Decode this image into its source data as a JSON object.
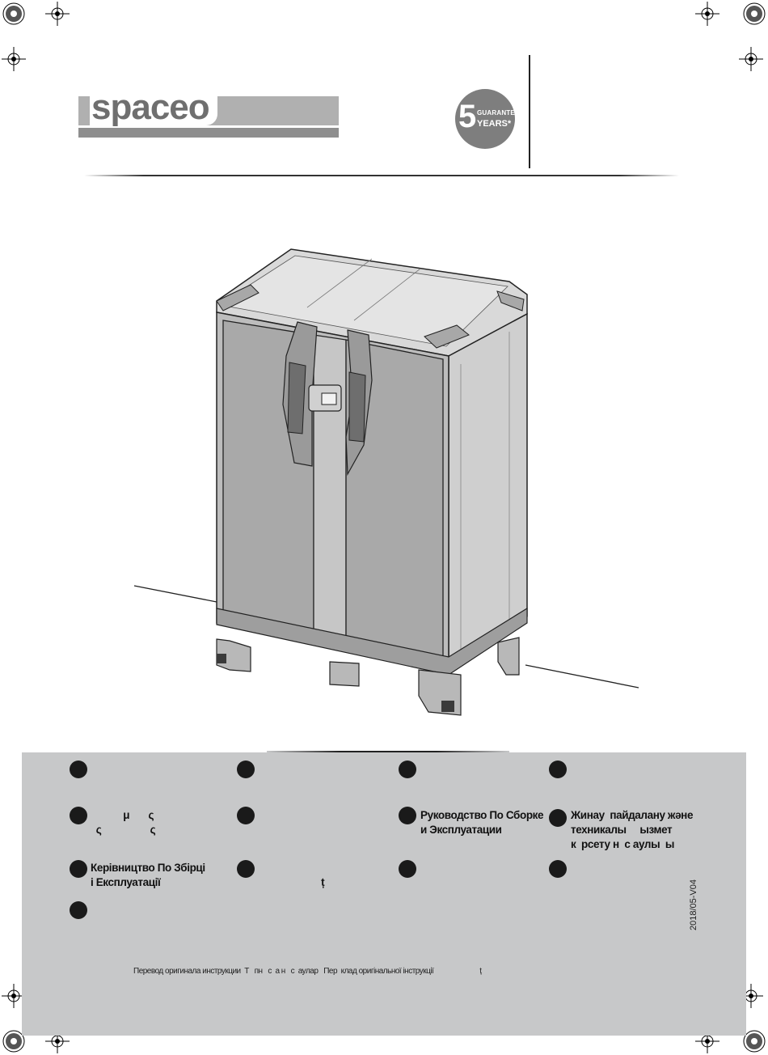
{
  "brand": {
    "logo_text": "spaceo"
  },
  "guarantee": {
    "number": "5",
    "line1": "GUARANTEE",
    "line2": "YEARS*"
  },
  "languages": [
    {
      "text": ""
    },
    {
      "text": ""
    },
    {
      "text": ""
    },
    {
      "text": ""
    },
    {
      "text": "            μ       ς\n  ς                  ς"
    },
    {
      "text": ""
    },
    {
      "text": "Руководство По Сборке\nи Эксплуатации"
    },
    {
      "text": "Жинау  пайдалану және\nтехникалы     ызмет\nк  рсету н  с аулы  ы"
    },
    {
      "text": "Керівництво По Збірці\nі Експлуатації"
    },
    {
      "text": "\n                       ț"
    },
    {
      "text": ""
    },
    {
      "text": ""
    },
    {
      "text": ""
    }
  ],
  "version": "2018/05-V04",
  "footer_note": "Перевод оригинала инструкции  Т   пн   с  а н   с  аулар   Пер  клад оригінальної інструкції                         ț"
}
